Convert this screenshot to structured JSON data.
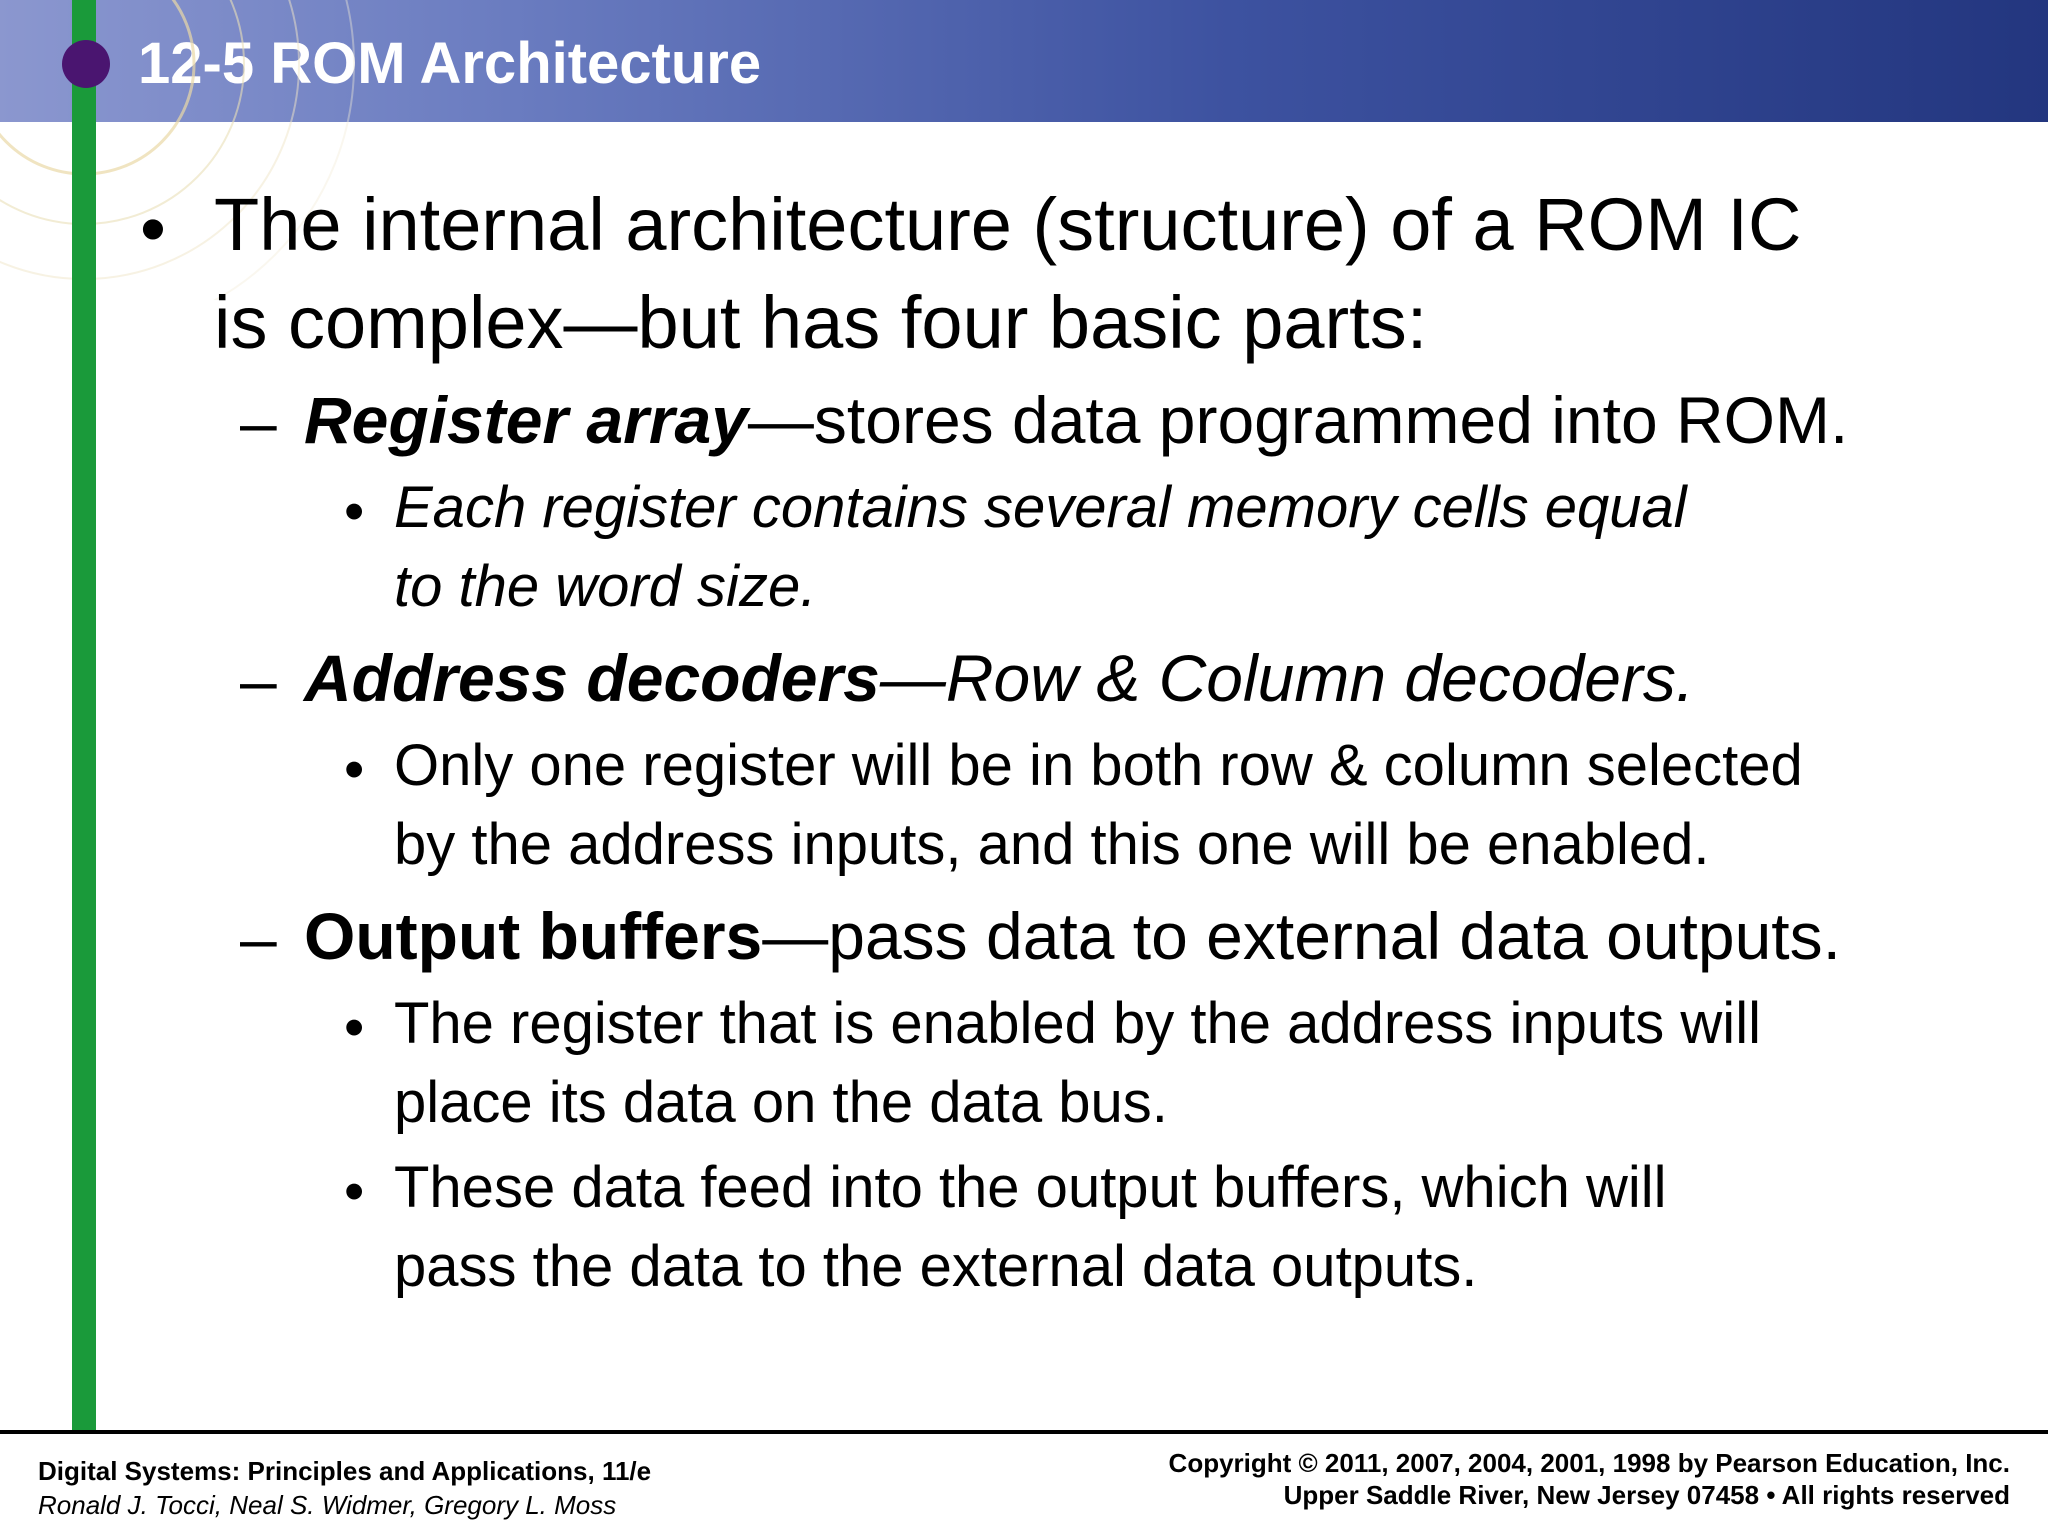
{
  "slide": {
    "title": "12-5 ROM Architecture"
  },
  "body": {
    "bullet_marker": "•",
    "dash_marker": "–",
    "main_line1": "The internal architecture (structure) of a ROM IC",
    "main_line2": "is complex—but has four basic parts:",
    "part1_term": "Register array",
    "part1_rest": "—stores data programmed into ROM.",
    "part1_sub_line1": "Each register contains several memory cells equal",
    "part1_sub_line2": "to the word size.",
    "part2_term": "Address decoders",
    "part2_rest": "—Row & Column decoders.",
    "part2_sub_line1": "Only one register will be in both row & column selected",
    "part2_sub_line2": "by the address inputs, and this one will be enabled.",
    "part3_term": "Output buffers",
    "part3_rest": "—pass data to external data outputs.",
    "part3_sub1_line1": "The register that is enabled by the address inputs will",
    "part3_sub1_line2": "place its data on the data bus.",
    "part3_sub2_line1": "These data feed into the output buffers, which will",
    "part3_sub2_line2": "pass the data to the external data outputs."
  },
  "footer": {
    "book_title": "Digital Systems: Principles and Applications, 11/e",
    "authors": "Ronald J. Tocci, Neal S. Widmer, Gregory L. Moss",
    "copyright_line1": "Copyright © 2011, 2007, 2004, 2001, 1998  by Pearson Education, Inc.",
    "copyright_line2": "Upper Saddle River, New Jersey 07458 • All rights reserved"
  },
  "colors": {
    "header_left": "#8b97cf",
    "header_right": "#23367f",
    "accent_green": "#1a9a3a",
    "accent_purple": "#4a1570"
  }
}
